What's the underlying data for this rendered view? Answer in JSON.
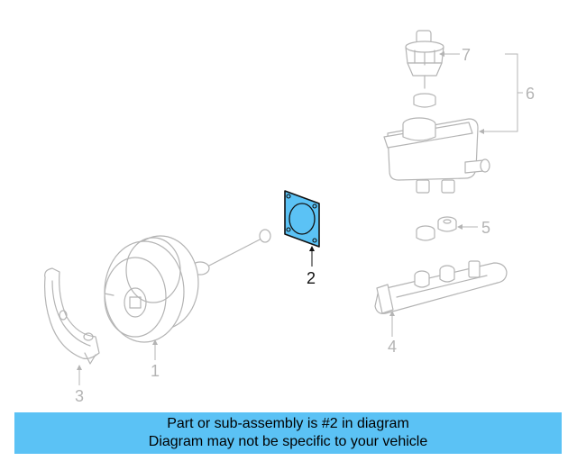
{
  "diagram": {
    "colors": {
      "highlight": "#5bc2f5",
      "ghost": "#b4b4b4",
      "ink": "#111111"
    },
    "callouts": {
      "c1": "1",
      "c2": "2",
      "c3": "3",
      "c4": "4",
      "c5": "5",
      "c6": "6",
      "c7": "7"
    }
  },
  "caption": {
    "line1": "Part or sub-assembly is #2 in diagram",
    "line2": "Diagram may not be specific to your vehicle"
  }
}
